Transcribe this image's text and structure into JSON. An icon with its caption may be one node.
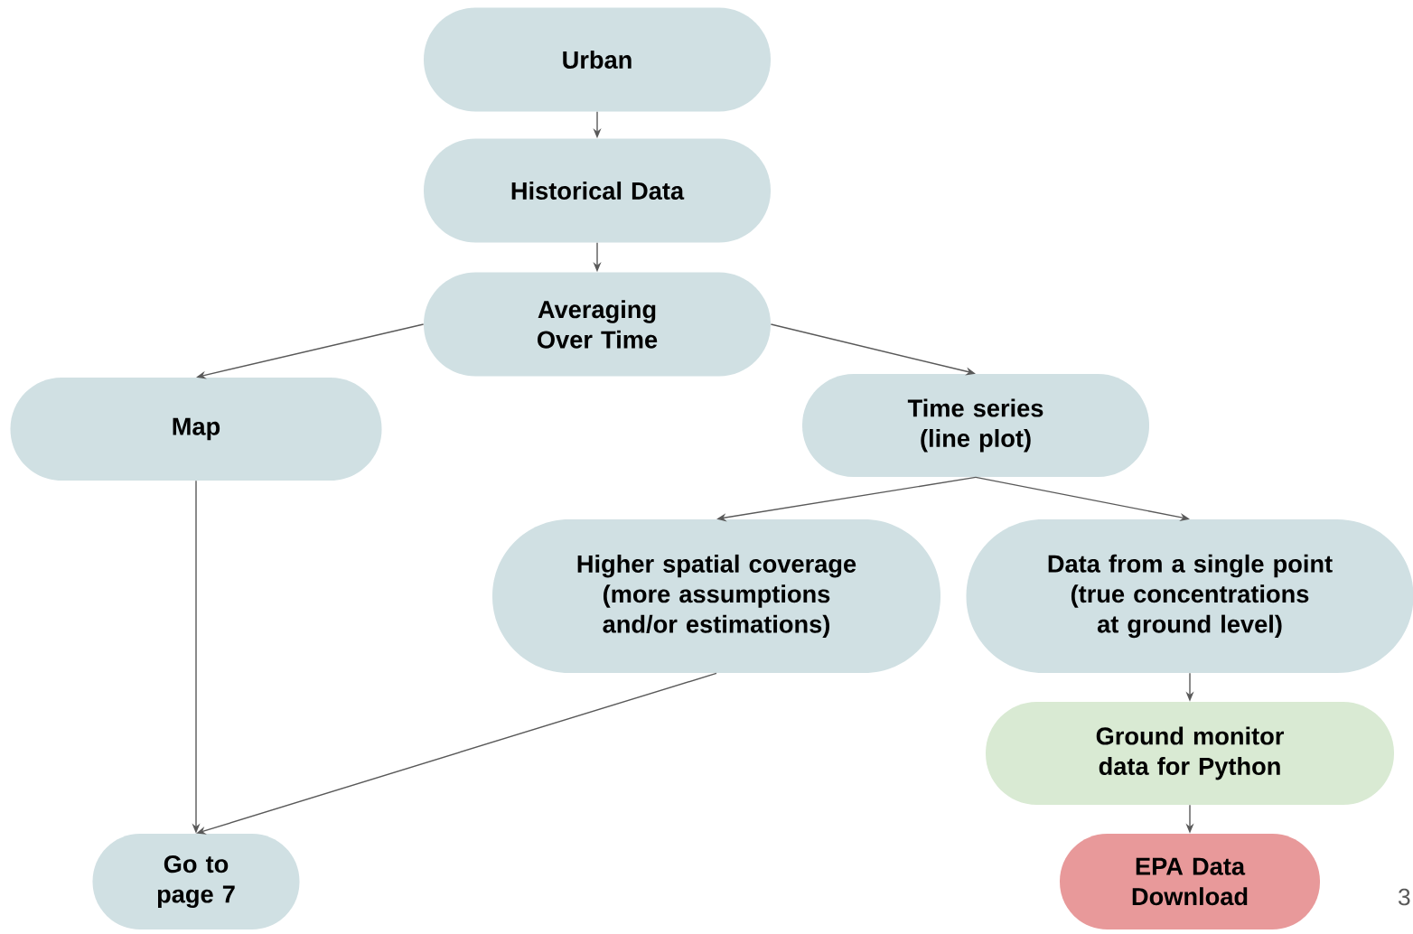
{
  "diagram": {
    "nodes": [
      {
        "text": [
          "Urban"
        ]
      },
      {
        "text": [
          "Historical Data"
        ]
      },
      {
        "text": [
          "Averaging Over Time"
        ]
      },
      {
        "text": [
          "Map"
        ]
      },
      {
        "text": [
          "Time series (line plot)"
        ]
      },
      {
        "text": [
          "Higher spatial coverage (more assumptions and/or estimations)"
        ]
      },
      {
        "text": [
          "Data from a single point (true concentrations at ground level)"
        ]
      },
      {
        "text": [
          "Ground monitor data for Python"
        ]
      },
      {
        "text": [
          "EPA Data Download"
        ]
      },
      {
        "text": [
          "Go to page 7"
        ]
      }
    ],
    "edges": [
      {
        "from": 0,
        "to": 1,
        "arrow": "to"
      },
      {
        "from": 1,
        "to": 2,
        "arrow": "to"
      },
      {
        "from": 2,
        "to": 3,
        "arrow": "to"
      },
      {
        "from": 2,
        "to": 4,
        "arrow": "to"
      },
      {
        "from": 4,
        "to": 5,
        "arrow": "to"
      },
      {
        "from": 4,
        "to": 6,
        "arrow": "to"
      },
      {
        "from": 6,
        "to": 7,
        "arrow": "to"
      },
      {
        "from": 7,
        "to": 8,
        "arrow": "to"
      },
      {
        "from": 3,
        "to": 9,
        "arrow": "to"
      },
      {
        "from": 5,
        "to": 9,
        "arrow": "to"
      }
    ],
    "labels": [
      "3"
    ]
  }
}
